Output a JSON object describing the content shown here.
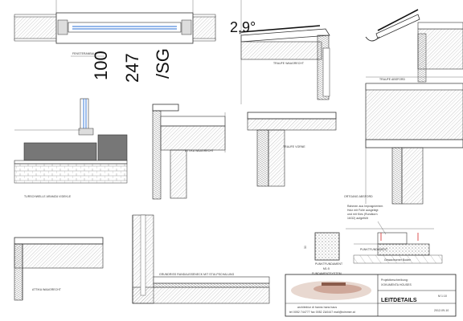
{
  "sheet": {
    "overlay_numbers": [
      "100",
      "247",
      "/SG"
    ],
    "angle_label": "2,9°"
  },
  "details": {
    "fensteranbau": "FENSTERANBAU",
    "traufe_waagrecht": "TRAUFE WAAGRECHT",
    "traufe_vorne": "TRAUFE VORNE",
    "traufe_rinne": "TRAUFE ABSFORD",
    "tuerschwelle": "TURSCHWELLE ARAMZA VIDEKLE",
    "attika_1": "ATTIKA WAAGRECHT",
    "ortgang": "ORTGANG ABSFORD",
    "grundriss": "GRUNDRISS RANDAUSSENECK MIT STULPSCHALUNG",
    "attika_2": "ATTIKA WAAGRECHT",
    "punktfundament_title": "PUNKTFUNDAMENT",
    "punktfundament_sub": "M1:5",
    "fundamentsystem": "FUNDAMENTSYSTEM",
    "punktfundament_right": "PUNKTFUNDAMENT",
    "gewachsener_boden": "Gewachsener Boden",
    "note_lines": [
      "Rahmen aus Impragniertem",
      "Holz mit Folie ausgelegt",
      "und mit Kies (Rundkorn",
      "16/32) aufgefüllt"
    ]
  },
  "title_block": {
    "firm_line_1": "architektur di hanns hans haus",
    "firm_line_2": "tel 0052 744777   fax 0052 ZA0447   mail@wimmer.at",
    "projekt_label": "Projektbeschreibung:",
    "projekt_name": "XOKUMENTA HOUSES",
    "scale": "M 1:10",
    "title": "LEITDETAILS",
    "date": "2012-09-10"
  }
}
